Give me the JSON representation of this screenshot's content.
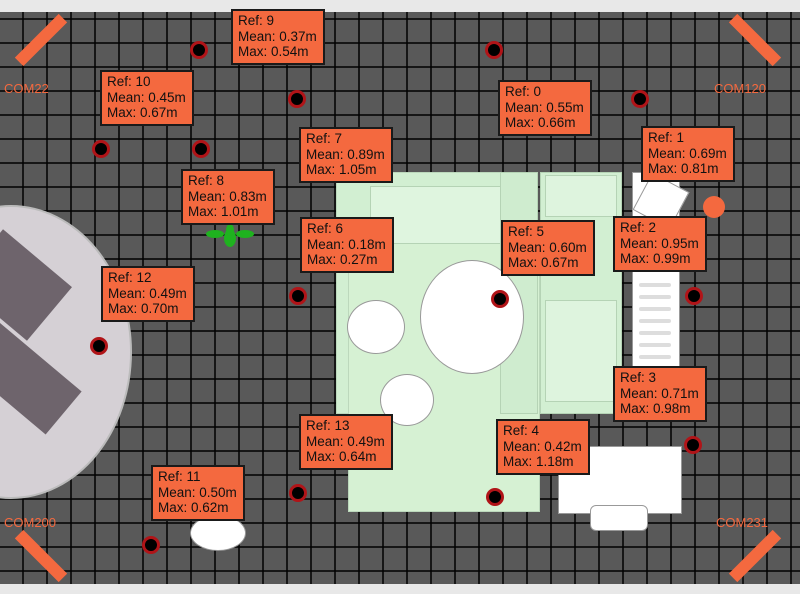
{
  "colors": {
    "accent": "#f4693f",
    "grid_bg": "#595959",
    "sofa": "#d2efd2",
    "dot_ring": "#b01418"
  },
  "corner_labels": {
    "top_left": "COM22",
    "top_right": "COM120",
    "bottom_left": "COM200",
    "bottom_right": "COM231"
  },
  "refs": [
    {
      "ref": "Ref: 9",
      "mean": "Mean: 0.37m",
      "max": "Max: 0.54m"
    },
    {
      "ref": "Ref: 10",
      "mean": "Mean: 0.45m",
      "max": "Max: 0.67m"
    },
    {
      "ref": "Ref: 0",
      "mean": "Mean: 0.55m",
      "max": "Max: 0.66m"
    },
    {
      "ref": "Ref: 7",
      "mean": "Mean: 0.89m",
      "max": "Max: 1.05m"
    },
    {
      "ref": "Ref: 1",
      "mean": "Mean: 0.69m",
      "max": "Max: 0.81m"
    },
    {
      "ref": "Ref: 8",
      "mean": "Mean: 0.83m",
      "max": "Max: 1.01m"
    },
    {
      "ref": "Ref: 6",
      "mean": "Mean: 0.18m",
      "max": "Max: 0.27m"
    },
    {
      "ref": "Ref: 5",
      "mean": "Mean: 0.60m",
      "max": "Max: 0.67m"
    },
    {
      "ref": "Ref: 2",
      "mean": "Mean: 0.95m",
      "max": "Max: 0.99m"
    },
    {
      "ref": "Ref: 12",
      "mean": "Mean: 0.49m",
      "max": "Max: 0.70m"
    },
    {
      "ref": "Ref: 3",
      "mean": "Mean: 0.71m",
      "max": "Max: 0.98m"
    },
    {
      "ref": "Ref: 13",
      "mean": "Mean: 0.49m",
      "max": "Max: 0.64m"
    },
    {
      "ref": "Ref: 4",
      "mean": "Mean: 0.42m",
      "max": "Max: 1.18m"
    },
    {
      "ref": "Ref: 11",
      "mean": "Mean: 0.50m",
      "max": "Max: 0.62m"
    }
  ]
}
